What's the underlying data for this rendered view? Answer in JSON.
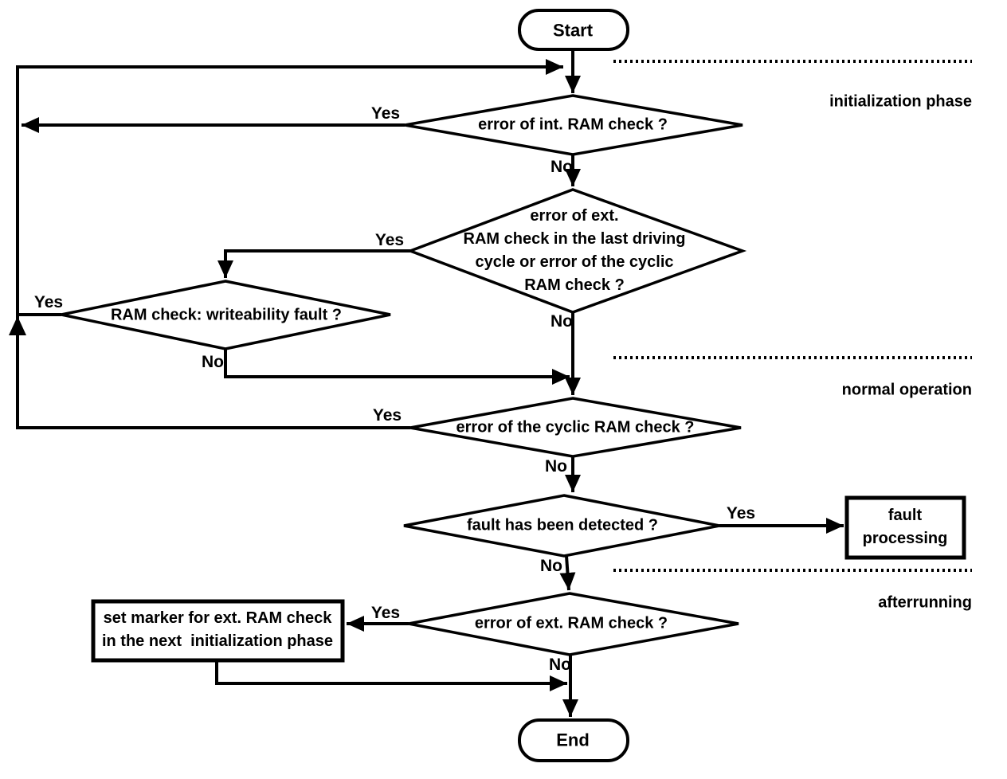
{
  "diagram": {
    "background": "#ffffff",
    "stroke_color": "#000000",
    "nodes": {
      "start": {
        "label": "Start",
        "type": "terminator"
      },
      "decision_int_ram": {
        "label": "error of int. RAM check ?",
        "type": "decision"
      },
      "decision_ext_ram_driving": {
        "label": "error of ext.\nRAM check in the last driving\ncycle or error of the cyclic\nRAM check ?",
        "type": "decision"
      },
      "decision_writeability": {
        "label": "RAM check: writeability fault ?",
        "type": "decision"
      },
      "decision_cyclic_ram": {
        "label": "error of the cyclic RAM check ?",
        "type": "decision"
      },
      "decision_fault_detected": {
        "label": "fault has been detected ?",
        "type": "decision"
      },
      "decision_ext_ram": {
        "label": "error of ext. RAM check ?",
        "type": "decision"
      },
      "process_fault_processing": {
        "label": "fault\nprocessing",
        "type": "process"
      },
      "process_set_marker": {
        "label": "set marker for ext. RAM check\nin the next  initialization phase",
        "type": "process"
      },
      "end": {
        "label": "End",
        "type": "terminator"
      }
    },
    "edge_labels": {
      "yes": "Yes",
      "no": "No"
    },
    "phase_labels": {
      "initialization": "initialization phase",
      "normal": "normal operation",
      "afterrunning": "afterrunning"
    }
  }
}
